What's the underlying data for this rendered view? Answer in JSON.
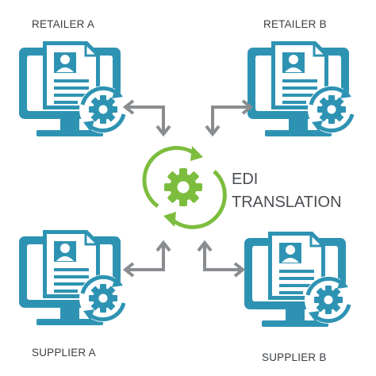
{
  "nodes": [
    {
      "id": "retailer-a",
      "label": "RETAILER A"
    },
    {
      "id": "retailer-b",
      "label": "RETAILER B"
    },
    {
      "id": "supplier-a",
      "label": "SUPPLIER A"
    },
    {
      "id": "supplier-b",
      "label": "SUPPLIER B"
    }
  ],
  "center": {
    "line1": "EDI",
    "line2": "TRANSLATION"
  },
  "colors": {
    "computer": "#2e93b3",
    "document": "#ffffff",
    "document_detail": "#2e93b3",
    "hub": "#7dbd3e",
    "arrow": "#8a8d90",
    "text": "#3a3f44"
  },
  "icons": {
    "node": "computer-document-gear-icon",
    "hub": "cycle-gear-icon",
    "connector": "bidirectional-elbow-arrow-icon"
  }
}
